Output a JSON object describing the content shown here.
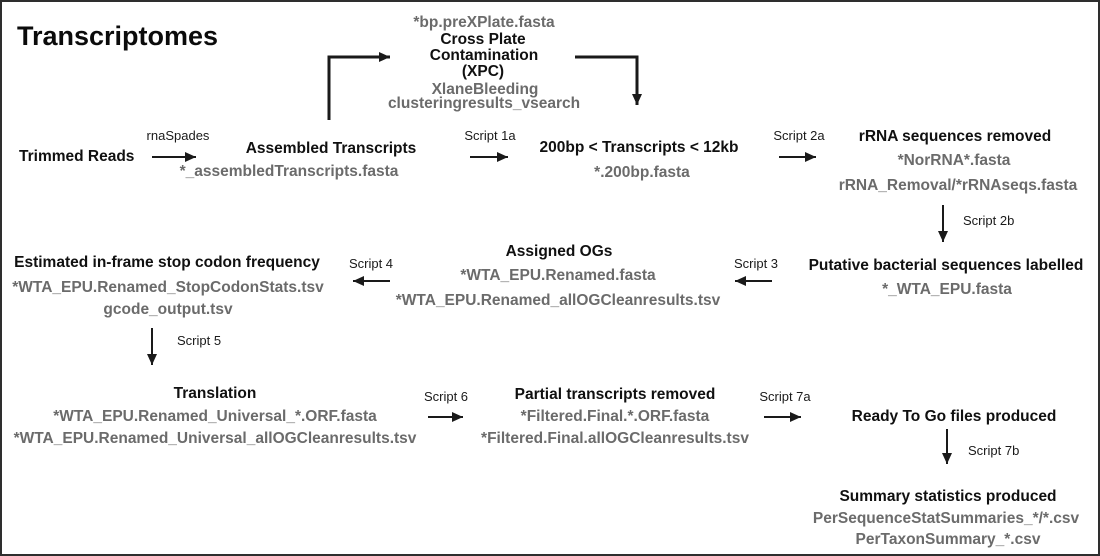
{
  "title": "Transcriptomes",
  "colors": {
    "text": "#101010",
    "file_gray": "#6b6b6b",
    "arrow": "#1a1a1a",
    "background": "#ffffff",
    "border": "#2e2e2e"
  },
  "nodes": {
    "xpc": {
      "input_file": "*bp.preXPlate.fasta",
      "title_line1": "Cross Plate",
      "title_line2": "Contamination",
      "title_line3": "(XPC)",
      "output_file1": "XlaneBleeding",
      "output_file2": "clusteringresults_vsearch"
    },
    "trimmed_reads": {
      "title": "Trimmed Reads"
    },
    "assembled": {
      "title": "Assembled Transcripts",
      "file1": "*_assembledTranscripts.fasta"
    },
    "size_filtered": {
      "title": "200bp < Transcripts < 12kb",
      "file1": "*.200bp.fasta"
    },
    "rrna_removed": {
      "title": "rRNA sequences removed",
      "file1": "*NorRNA*.fasta",
      "file2": "rRNA_Removal/*rRNAseqs.fasta"
    },
    "bacterial": {
      "title": "Putative bacterial sequences labelled",
      "file1": "*_WTA_EPU.fasta"
    },
    "assigned_ogs": {
      "title": "Assigned OGs",
      "file1": "*WTA_EPU.Renamed.fasta",
      "file2": "*WTA_EPU.Renamed_allOGCleanresults.tsv"
    },
    "stop_codon": {
      "title": "Estimated in-frame stop codon frequency",
      "file1": "*WTA_EPU.Renamed_StopCodonStats.tsv",
      "file2": "gcode_output.tsv"
    },
    "translation": {
      "title": "Translation",
      "file1": "*WTA_EPU.Renamed_Universal_*.ORF.fasta",
      "file2": "*WTA_EPU.Renamed_Universal_allOGCleanresults.tsv"
    },
    "partial_removed": {
      "title": "Partial transcripts removed",
      "file1": "*Filtered.Final.*.ORF.fasta",
      "file2": "*Filtered.Final.allOGCleanresults.tsv"
    },
    "ready_to_go": {
      "title": "Ready To Go files produced"
    },
    "summary_stats": {
      "title": "Summary statistics produced",
      "file1": "PerSequenceStatSummaries_*/*.csv",
      "file2": "PerTaxonSummary_*.csv"
    }
  },
  "edge_labels": {
    "rnaspades": "rnaSpades",
    "script_1a": "Script 1a",
    "script_2a": "Script 2a",
    "script_2b": "Script 2b",
    "script_3": "Script 3",
    "script_4": "Script 4",
    "script_5": "Script 5",
    "script_6": "Script 6",
    "script_7a": "Script 7a",
    "script_7b": "Script 7b"
  }
}
